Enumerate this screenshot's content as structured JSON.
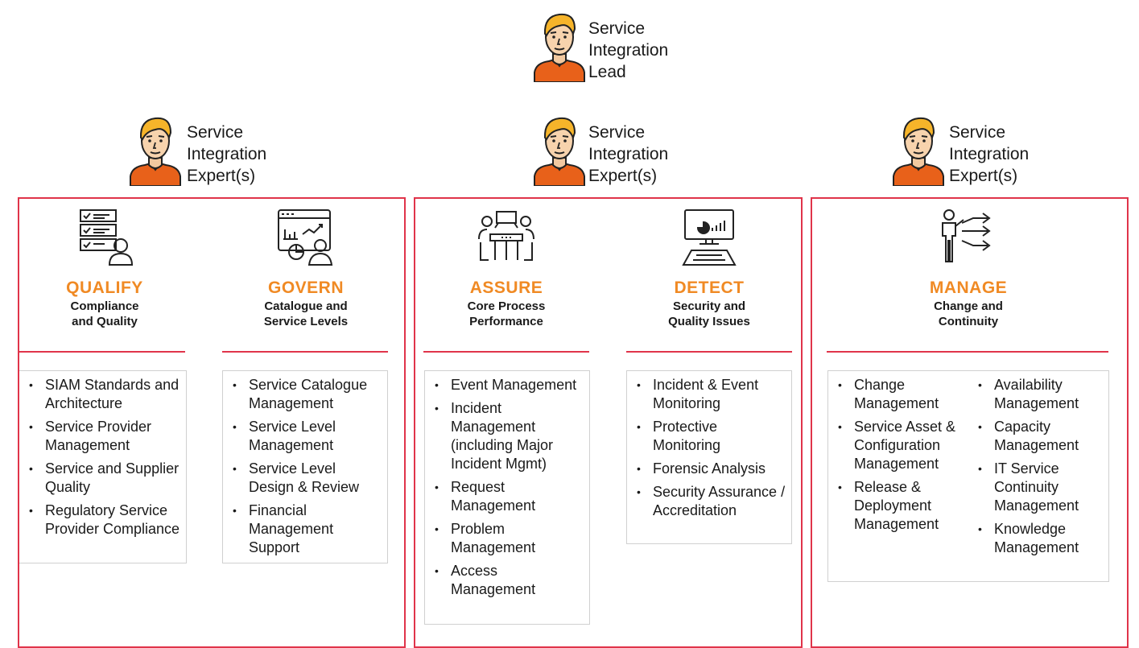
{
  "lead": {
    "title": "Service\nIntegration\nLead"
  },
  "experts": [
    {
      "title": "Service\nIntegration\nExpert(s)"
    },
    {
      "title": "Service\nIntegration\nExpert(s)"
    },
    {
      "title": "Service\nIntegration\nExpert(s)"
    }
  ],
  "pillars": {
    "qualify": {
      "name": "QUALIFY",
      "subtitle": "Compliance\nand Quality",
      "items": [
        "SIAM Standards and Architecture",
        "Service Provider Management",
        "Service and Supplier Quality",
        "Regulatory Service Provider Compliance"
      ]
    },
    "govern": {
      "name": "GOVERN",
      "subtitle": "Catalogue and\nService Levels",
      "items": [
        "Service Catalogue Management",
        "Service Level Management",
        "Service Level Design & Review",
        "Financial Management Support"
      ]
    },
    "assure": {
      "name": "ASSURE",
      "subtitle": "Core Process\nPerformance",
      "items": [
        "Event Management",
        "Incident Management (including  Major Incident Mgmt)",
        "Request Management",
        "Problem Management",
        "Access Management"
      ]
    },
    "detect": {
      "name": "DETECT",
      "subtitle": "Security and\nQuality Issues",
      "items": [
        "Incident & Event Monitoring",
        "Protective Monitoring",
        "Forensic Analysis",
        "Security Assurance / Accreditation"
      ]
    },
    "manage": {
      "name": "MANAGE",
      "subtitle": "Change and\nContinuity",
      "items_left": [
        "Change Management",
        "Service Asset & Configuration Management",
        "Release & Deployment Management"
      ],
      "items_right": [
        "Availability Management",
        "Capacity Management",
        "IT Service Continuity Management",
        "Knowledge Management"
      ]
    }
  },
  "colors": {
    "accent": "#f08a24",
    "border": "#e0344a",
    "shirt": "#e8611a",
    "hair": "#f6b42a"
  }
}
